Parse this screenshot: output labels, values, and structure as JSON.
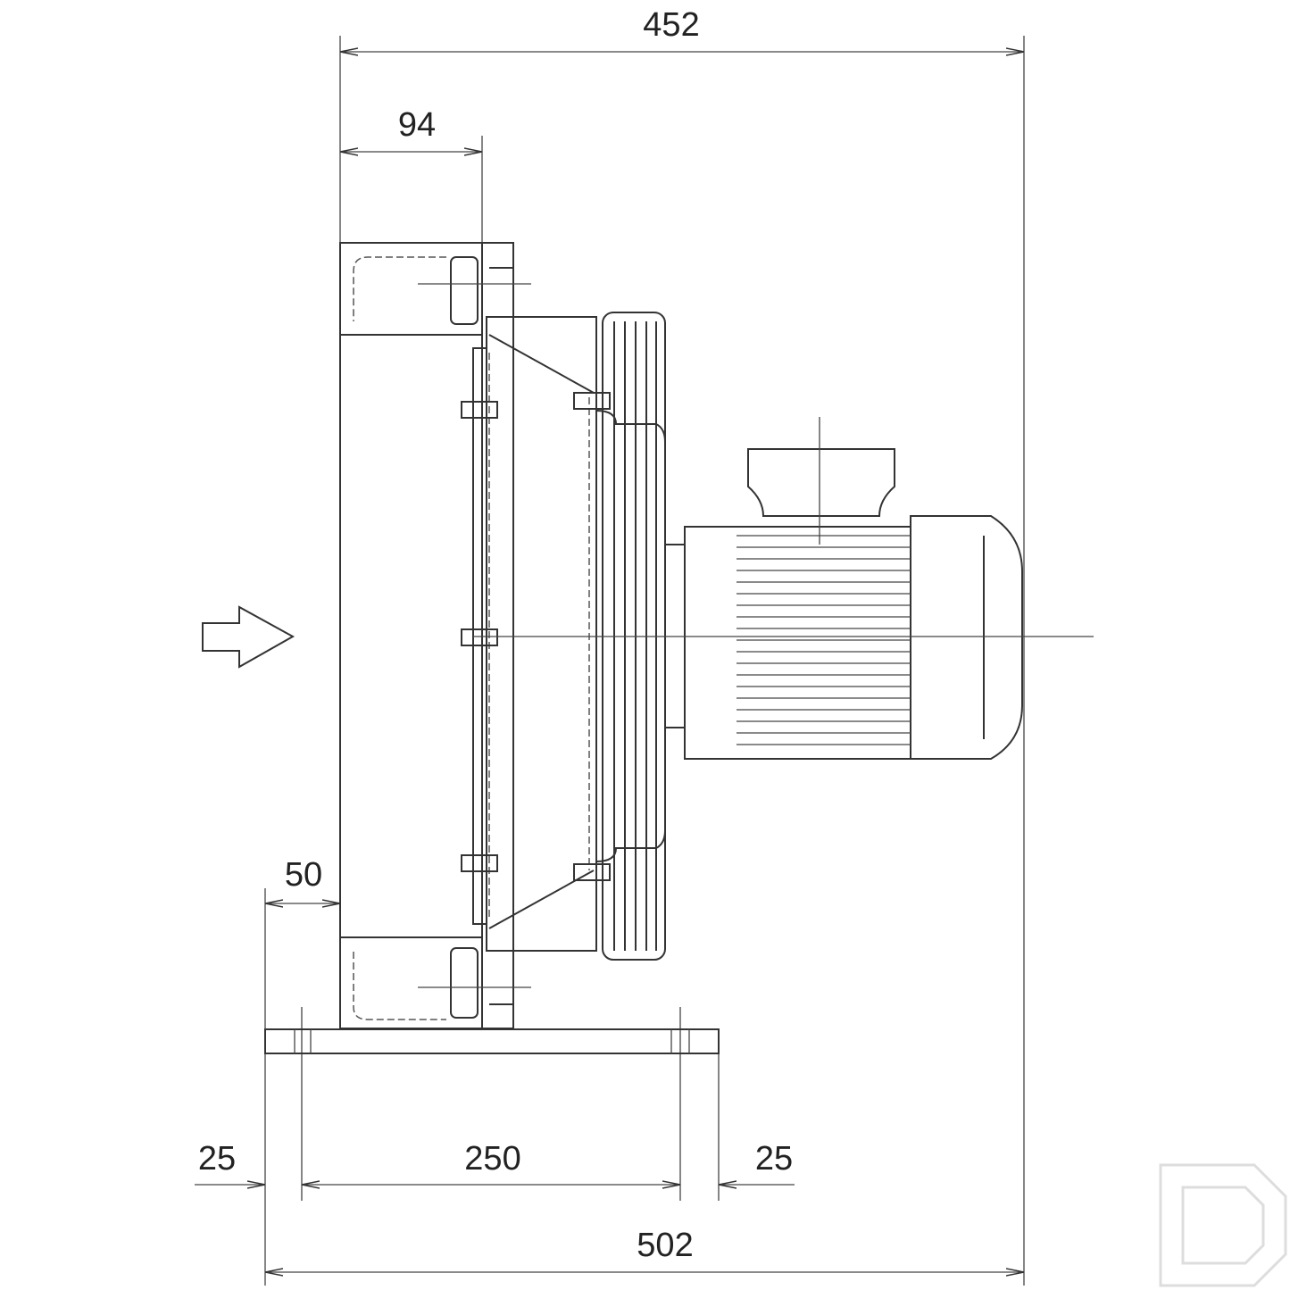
{
  "title": "Fan cooler side view dimension drawing",
  "dimensions": {
    "overall_depth": "452",
    "frame_depth": "94",
    "base_offset": "50",
    "base_left_margin": "25",
    "base_hole_spacing": "250",
    "base_right_margin": "25",
    "base_overall": "502"
  },
  "airflow_direction": "right",
  "logo_letter": "D"
}
